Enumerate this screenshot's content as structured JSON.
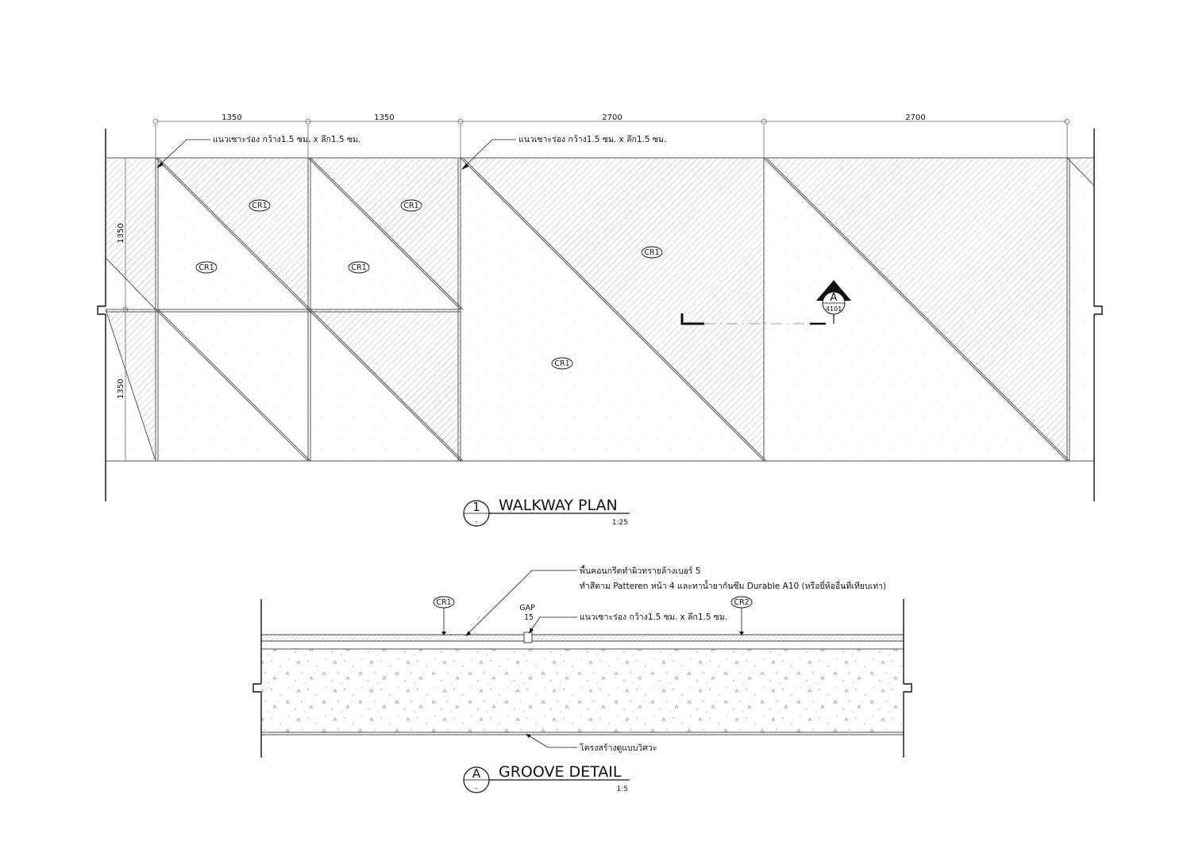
{
  "plan": {
    "dimensions": {
      "top": [
        "1350",
        "1350",
        "2700",
        "2700"
      ],
      "side": [
        "1350",
        "1350"
      ]
    },
    "groove_note": "แนวเซาะร่อง กว้าง1.5 ซม. x ลึก1.5 ซม.",
    "tag_label": "CR1",
    "section_marker": {
      "letter": "A",
      "sheet": "4101"
    },
    "title": {
      "number": "1",
      "sub": "-",
      "text": "WALKWAY PLAN",
      "scale": "1:25"
    }
  },
  "detail": {
    "finish_note_line1": "พื้นคอนกรีตทำผิวทรายล้างเบอร์ 5",
    "finish_note_line2": "ทำสีตาม Patteren หน้า 4 และทาน้ำยากันซึม Durable A10 (หรือยี่ห้ออื่นที่เทียบเท่า)",
    "gap_label": "GAP",
    "gap_value": "15",
    "groove_note": "แนวเซาะร่อง กว้าง1.5 ซม. x ลึก1.5 ซม.",
    "tag_left": "CR1",
    "tag_right": "CR2",
    "structure_note": "โครงสร้างดูแบบวิศวะ",
    "title": {
      "number": "A",
      "sub": "-",
      "text": "GROOVE DETAIL",
      "scale": "1:5"
    }
  },
  "colors": {
    "line": "#111111",
    "hatch": "#8a8a8a",
    "grid": "#9a9a9a"
  }
}
